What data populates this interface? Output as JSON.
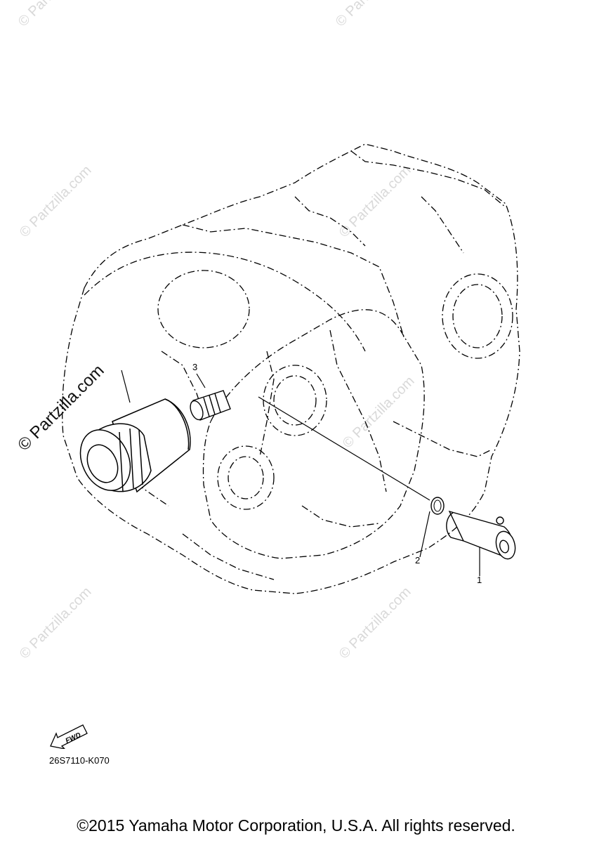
{
  "watermark": {
    "text": "© Partzilla.com",
    "large_text": "© Partzilla.com"
  },
  "callouts": {
    "part1": "1",
    "part2": "2",
    "part3": "3"
  },
  "fwd_label": "FWD",
  "part_code": "26S7110-K070",
  "copyright": "©2015 Yamaha Motor Corporation, U.S.A. All rights reserved.",
  "colors": {
    "line": "#000000",
    "watermark": "#d9d9d9",
    "background": "#ffffff"
  }
}
